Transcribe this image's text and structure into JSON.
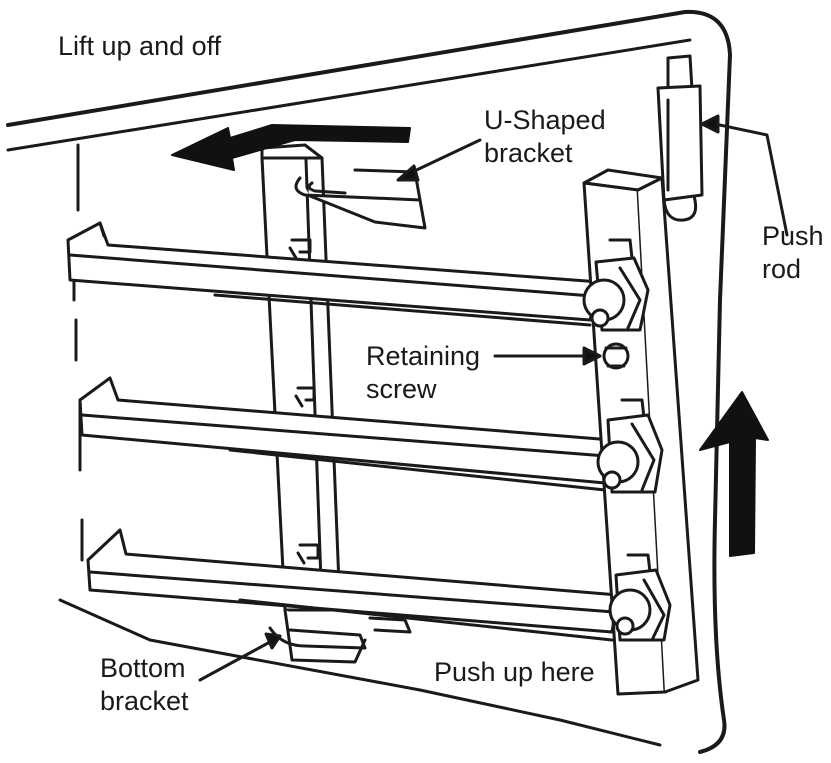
{
  "labels": {
    "lift": "Lift up and off",
    "u_shaped_line1": "U-Shaped",
    "u_shaped_line2": "bracket",
    "push_rod_line1": "Push",
    "push_rod_line2": "rod",
    "retaining_line1": "Retaining",
    "retaining_line2": "screw",
    "bottom_line1": "Bottom",
    "bottom_line2": "bracket",
    "push_up": "Push up here"
  },
  "colors": {
    "ink": "#1a1a1a",
    "background": "#ffffff"
  }
}
